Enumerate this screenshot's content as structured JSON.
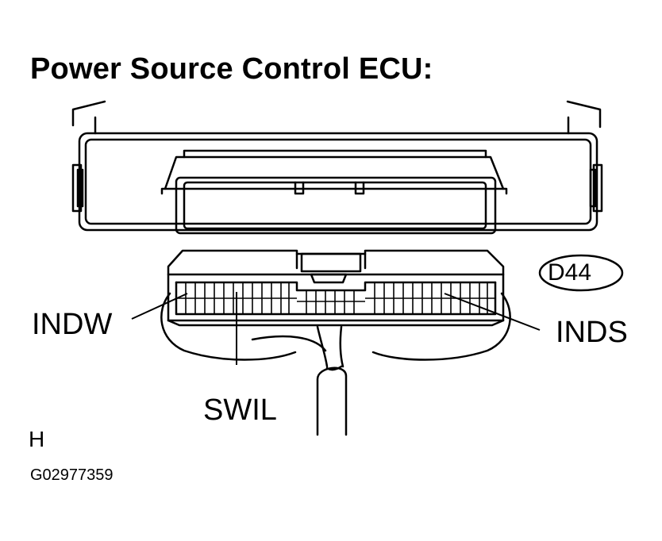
{
  "title": "Power Source Control ECU:",
  "connector_code": "D44",
  "terminals": {
    "left": "INDW",
    "center": "SWIL",
    "right": "INDS"
  },
  "view_marker": "H",
  "figure_id": "G02977359"
}
